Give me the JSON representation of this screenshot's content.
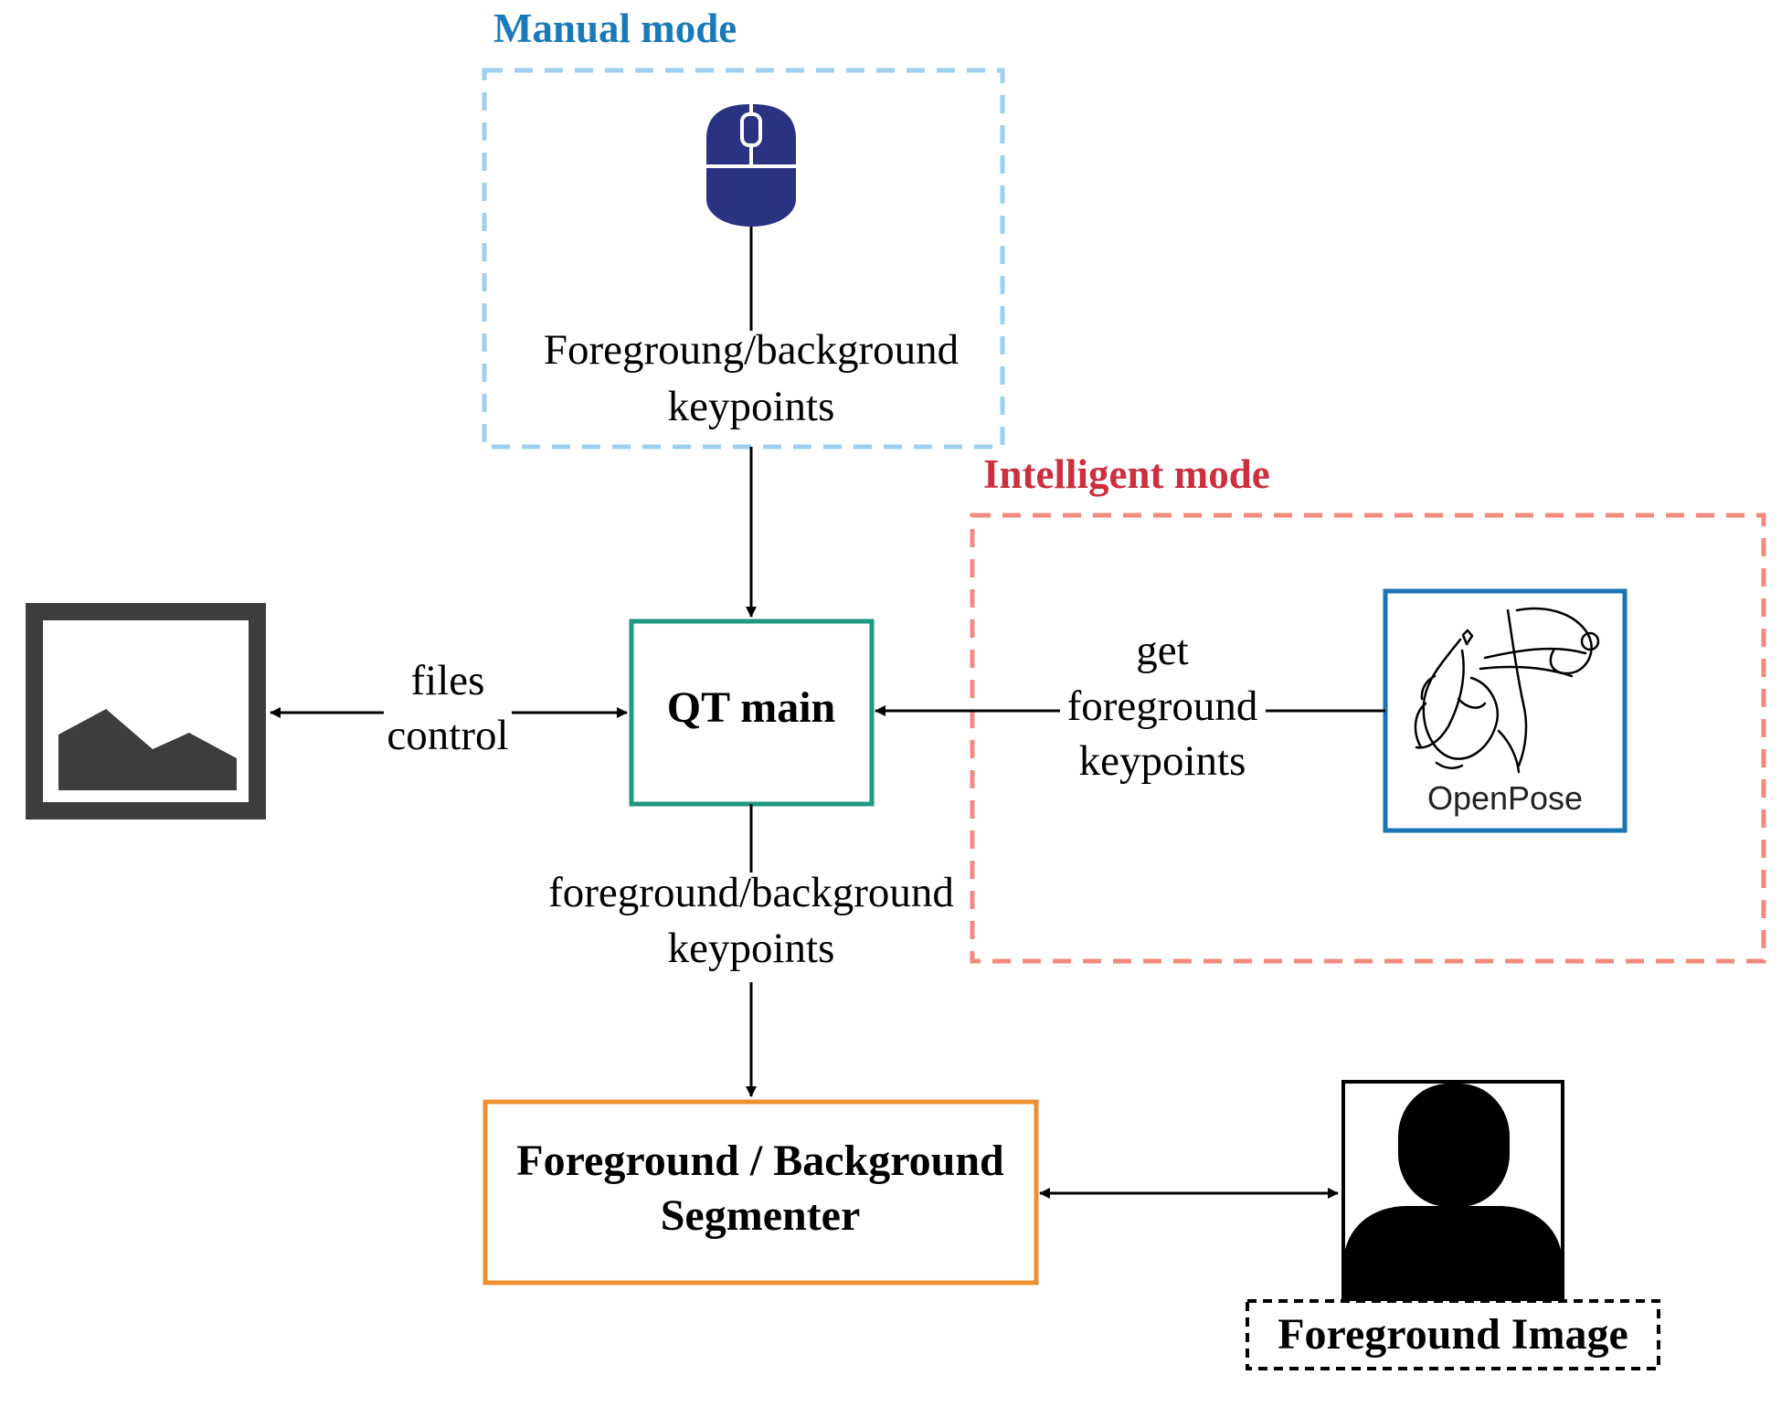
{
  "groups": {
    "manual": {
      "title": "Manual mode",
      "color": "#1a7ab8",
      "border_color": "#9dd0f0"
    },
    "intelligent": {
      "title": "Intelligent mode",
      "color": "#cc2f3d",
      "border_color": "#f28b7e"
    }
  },
  "nodes": {
    "qt_main": {
      "label": "QT main",
      "border_color": "#1b9a80"
    },
    "segmenter": {
      "line1": "Foreground / Background",
      "line2": "Segmenter",
      "border_color": "#ef9030"
    },
    "openpose": {
      "label": "OpenPose",
      "border_color": "#1a73b5"
    },
    "foreground_image": {
      "label": "Foreground Image"
    }
  },
  "edges": {
    "mouse_to_qt": {
      "line1": "Foregroung/background",
      "line2": "keypoints"
    },
    "files_control": {
      "line1": "files",
      "line2": "control"
    },
    "openpose_to_qt": {
      "line1": "get",
      "line2": "foreground",
      "line3": "keypoints"
    },
    "qt_to_segmenter": {
      "line1": "foreground/background",
      "line2": "keypoints"
    }
  },
  "icons": {
    "mouse": {
      "name": "mouse-icon",
      "color": "#2b3282"
    },
    "image_file": {
      "name": "image-file-icon",
      "color": "#3d3d3d"
    },
    "person": {
      "name": "person-icon",
      "color": "#000000"
    }
  }
}
